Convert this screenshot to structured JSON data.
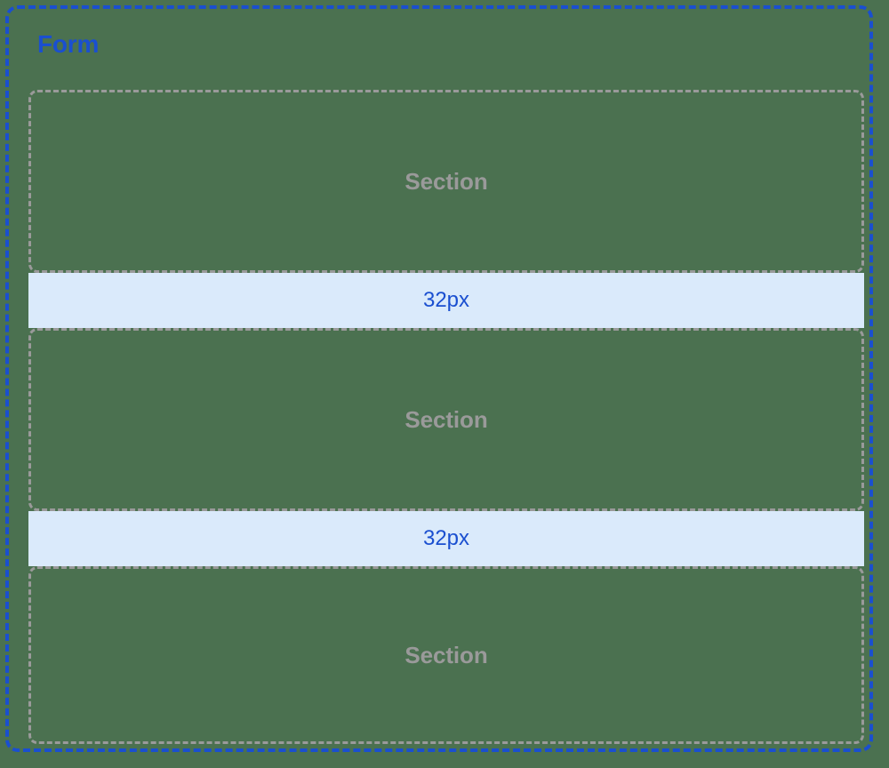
{
  "form": {
    "title": "Form",
    "title_color": "#1a4fd0",
    "border_color": "#1a4fd0",
    "border_style": "dashed"
  },
  "canvas": {
    "background_color": "#4b7150"
  },
  "sections": [
    {
      "label": "Section",
      "color": "#9a9a9a"
    },
    {
      "label": "Section",
      "color": "#9a9a9a"
    },
    {
      "label": "Section",
      "color": "#9a9a9a"
    }
  ],
  "spacers": [
    {
      "label": "32px",
      "value": 32,
      "unit": "px",
      "background_color": "#daeafb",
      "text_color": "#1a4fd0"
    },
    {
      "label": "32px",
      "value": 32,
      "unit": "px",
      "background_color": "#daeafb",
      "text_color": "#1a4fd0"
    }
  ]
}
